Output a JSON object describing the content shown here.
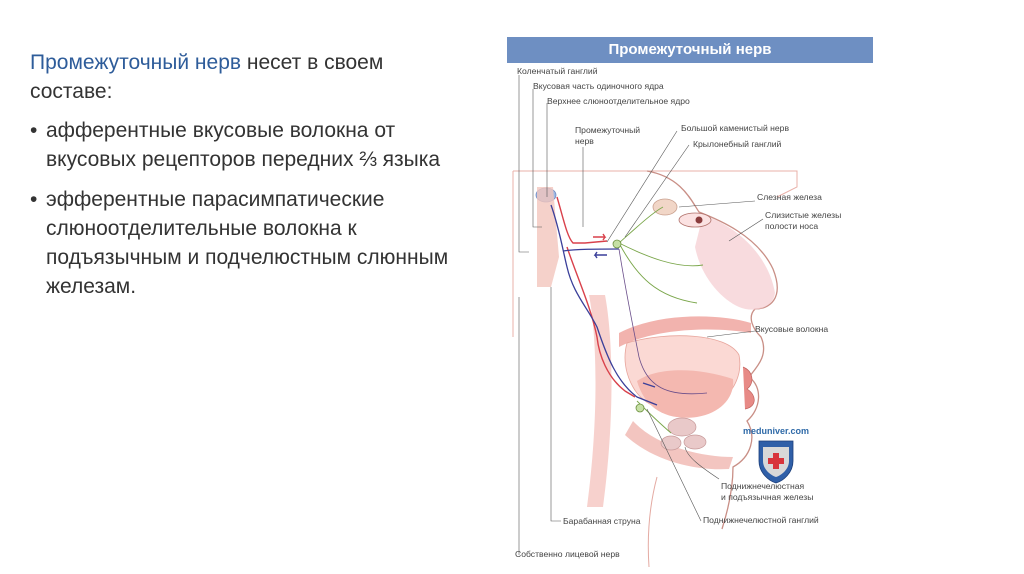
{
  "slide": {
    "intro_highlight": "Промежуточный нерв",
    "intro_rest": " несет в своем составе:",
    "bullets": [
      "афферентные вкусовые волокна от вкусовых рецепторов передних ⅔ языка",
      "эфферентные парасимпатические слюноотделительные волокна к подъязычным и подчелюстным слюнным железам."
    ]
  },
  "figure": {
    "title": "Промежуточный нерв",
    "labels": {
      "geniculate": "Коленчатый ганглий",
      "taste_nucleus": "Вкусовая часть одиночного ядра",
      "salivatory_nucleus": "Верхнее слюноотделительное ядро",
      "intermediate_1": "Промежуточный",
      "intermediate_2": "нерв",
      "petrosal": "Большой каменистый нерв",
      "pterygopalatine": "Крылонебный ганглий",
      "lacrimal": "Слезная железа",
      "mucous_1": "Слизистые железы",
      "mucous_2": "полости носа",
      "taste_fibers": "Вкусовые волокна",
      "glands_1": "Поднижнечелюстная",
      "glands_2": "и подъязычная железы",
      "submandibular_ganglion": "Поднижнечелюстной ганглий",
      "chorda": "Барабанная струна",
      "facial": "Собственно лицевой нерв"
    },
    "watermark": "meduniver.com"
  },
  "colors": {
    "accent": "#2e5c9a",
    "header": "#6e8fc2",
    "efferent": "#d9414b",
    "afferent": "#3a3f9a",
    "nerve_green": "#7aa64a"
  }
}
